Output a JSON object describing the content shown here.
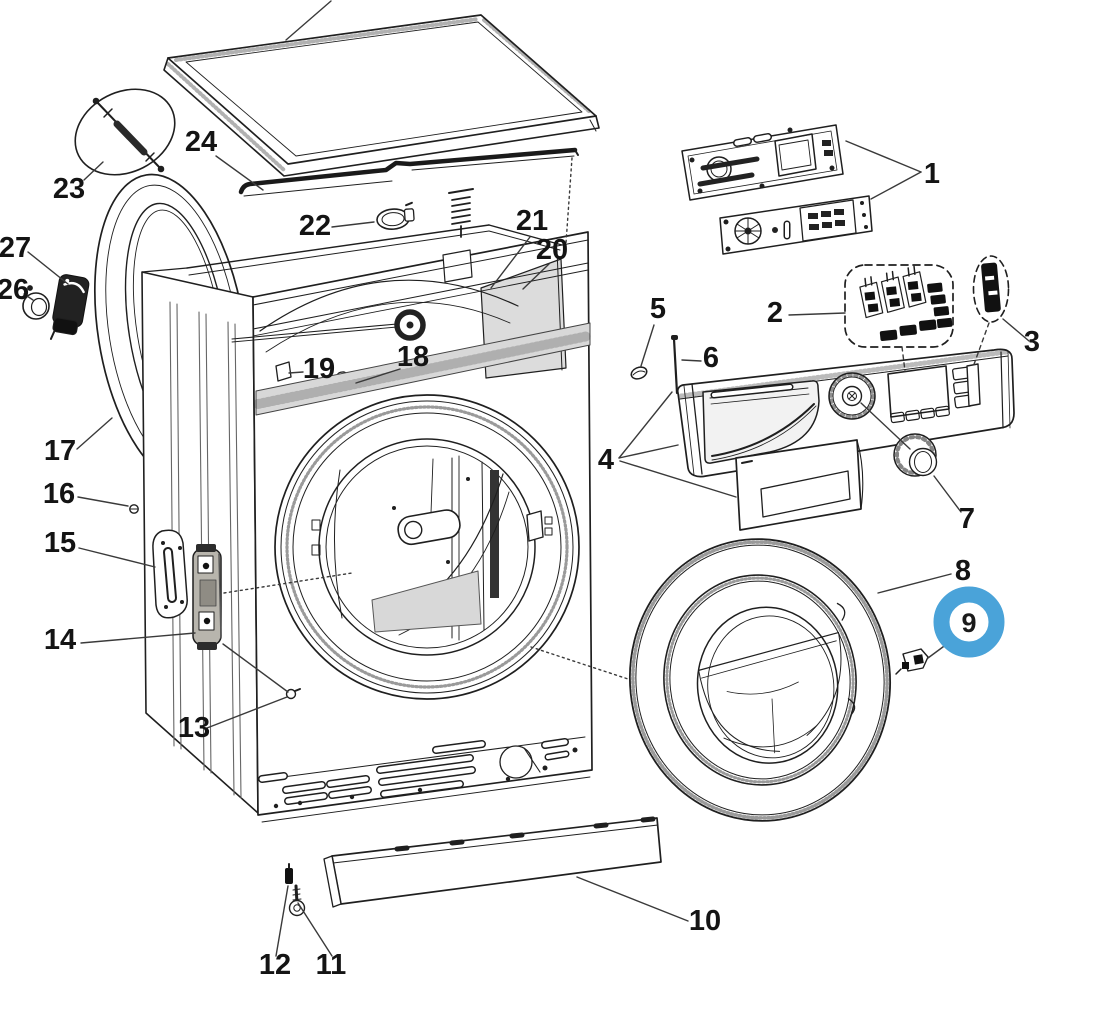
{
  "meta": {
    "title": "Washing machine exploded parts diagram",
    "diagram_type": "exploded-parts-diagram",
    "background_color": "#ffffff",
    "line_color": "#1f1f1f"
  },
  "highlight": {
    "part": "9",
    "color": "#4aa3d9",
    "shape": "ring"
  },
  "labels": [
    {
      "num": "1"
    },
    {
      "num": "2"
    },
    {
      "num": "3"
    },
    {
      "num": "4"
    },
    {
      "num": "5"
    },
    {
      "num": "6"
    },
    {
      "num": "7"
    },
    {
      "num": "8"
    },
    {
      "num": "9"
    },
    {
      "num": "10"
    },
    {
      "num": "11"
    },
    {
      "num": "12"
    },
    {
      "num": "13"
    },
    {
      "num": "14"
    },
    {
      "num": "15"
    },
    {
      "num": "16"
    },
    {
      "num": "17"
    },
    {
      "num": "18"
    },
    {
      "num": "19"
    },
    {
      "num": "20"
    },
    {
      "num": "21"
    },
    {
      "num": "22"
    },
    {
      "num": "23"
    },
    {
      "num": "24"
    },
    {
      "num": "26"
    },
    {
      "num": "27"
    }
  ]
}
